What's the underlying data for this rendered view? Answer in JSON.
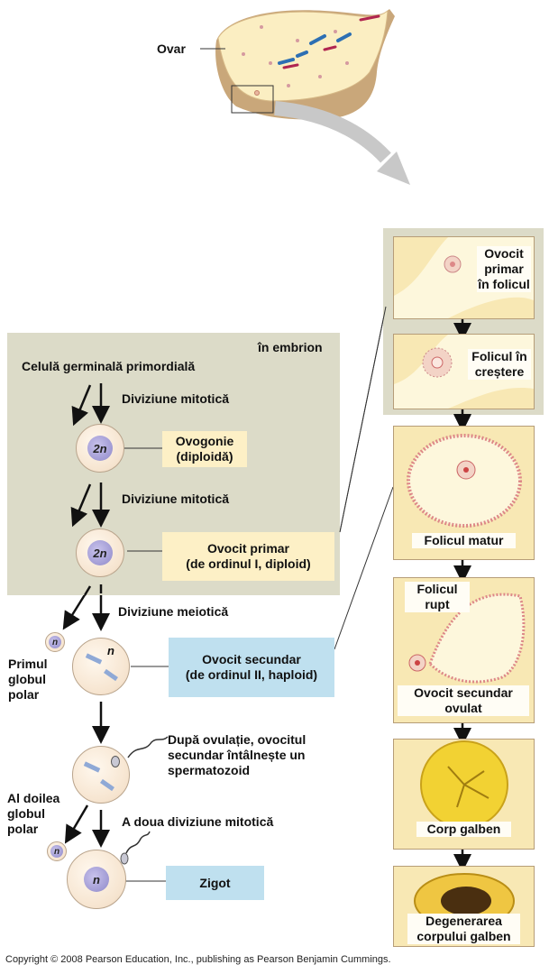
{
  "ovary": {
    "label": "Ovar"
  },
  "embryo": {
    "label": "în embrion"
  },
  "stages": {
    "primordial": "Celulă germinală primordială",
    "mitosis1": "Diviziune mitotică",
    "oogonium": "Ovogonie\n(diploidă)",
    "mitosis2": "Diviziune mitotică",
    "primary_oocyte": "Ovocit primar\n(de ordinul I, diploid)",
    "meiosis": "Diviziune meiotică",
    "first_polar": "Primul\nglobul\npolar",
    "secondary_oocyte": "Ovocit secundar\n(de ordinul II, haploid)",
    "ovulation": "După ovulație, ovocitul\nsecundar întâlnește un\nspermatozoid",
    "second_polar": "Al doilea\nglobul\npolar",
    "mitosis3": "A doua diviziune mitotică",
    "zygote": "Zigot"
  },
  "ploidy": {
    "diploid": "2n",
    "haploid": "n"
  },
  "panels": {
    "p1": "Ovocit\nprimar\nîn folicul",
    "p2": "Folicul în\ncreștere",
    "p3": "Folicul matur",
    "p4": "Folicul\nrupt",
    "p4b": "Ovocit secundar\novulat",
    "p5": "Corp galben",
    "p6": "Degenerarea\ncorpului galben"
  },
  "copyright": "Copyright © 2008 Pearson Education, Inc., publishing as Pearson Benjamin Cummings.",
  "colors": {
    "embryo_bg": "#dcdbc8",
    "tan_box": "#fdf0c6",
    "blue_box": "#bfe0ef"
  }
}
